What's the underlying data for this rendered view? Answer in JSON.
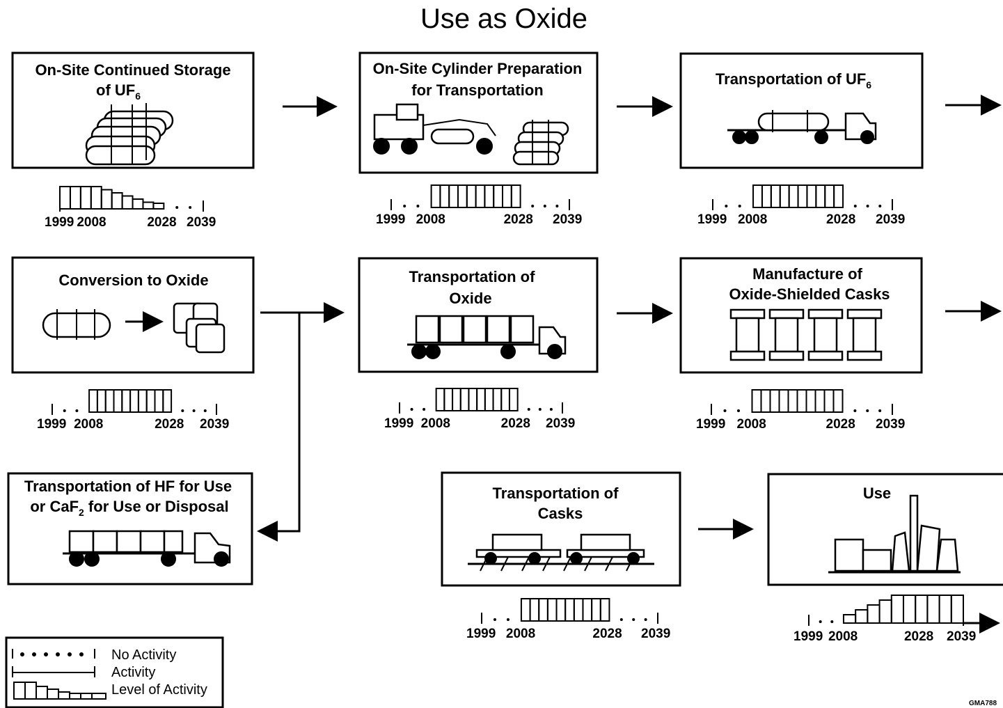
{
  "title": "Use as Oxide",
  "drawing_code": "GMA788",
  "years": {
    "start": "1999",
    "phase_start": "2008",
    "phase_end": "2028",
    "end": "2039"
  },
  "boxes": {
    "storage": {
      "line1": "On-Site Continued Storage",
      "line2_prefix": "of UF",
      "line2_sub": "6"
    },
    "cylinder_prep": {
      "line1": "On-Site Cylinder Preparation",
      "line2": "for Transportation"
    },
    "transport_uf6": {
      "line1_prefix": "Transportation of UF",
      "line1_sub": "6"
    },
    "conversion": {
      "line1": "Conversion to Oxide"
    },
    "transport_oxide": {
      "line1": "Transportation of",
      "line2": "Oxide"
    },
    "manufacture": {
      "line1": "Manufacture of",
      "line2": "Oxide-Shielded Casks"
    },
    "transport_hf": {
      "line1": "Transportation of HF for Use",
      "line2_prefix": "or CaF",
      "line2_sub": "2",
      "line2_suffix": " for Use or Disposal"
    },
    "transport_casks": {
      "line1": "Transportation of",
      "line2": "Casks"
    },
    "use": {
      "line1": "Use"
    }
  },
  "legend": {
    "no_activity": "No Activity",
    "activity": "Activity",
    "level": "Level of Activity"
  },
  "timelines": {
    "storage": {
      "pattern": "declining",
      "active_from": "1999",
      "active_to": "2028"
    },
    "cylinder_prep": {
      "pattern": "constant",
      "active_from": "2008",
      "active_to": "2028"
    },
    "transport_uf6": {
      "pattern": "constant",
      "active_from": "2008",
      "active_to": "2028"
    },
    "conversion": {
      "pattern": "constant",
      "active_from": "2008",
      "active_to": "2028"
    },
    "transport_oxide": {
      "pattern": "constant",
      "active_from": "2008",
      "active_to": "2028"
    },
    "manufacture": {
      "pattern": "constant",
      "active_from": "2008",
      "active_to": "2028"
    },
    "transport_casks": {
      "pattern": "constant",
      "active_from": "2008",
      "active_to": "2028"
    },
    "use": {
      "pattern": "increasing",
      "active_from": "2008",
      "active_to": "2039"
    }
  }
}
